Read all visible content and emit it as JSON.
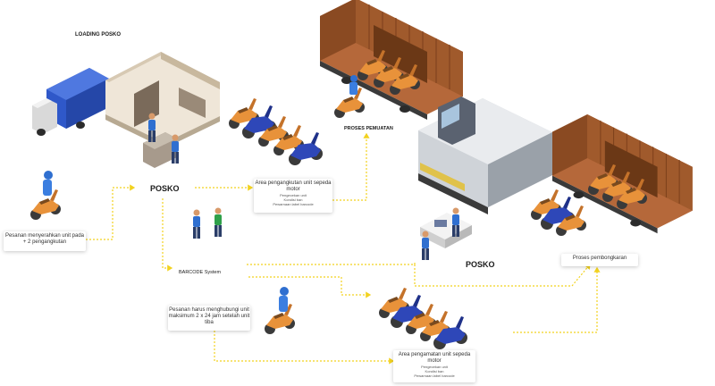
{
  "labels": {
    "loading_posko": "LOADING POSKO",
    "proses_pemuatan": "PROSES PEMUATAN",
    "posko_left": "POSKO",
    "posko_right": "POSKO",
    "barcode": "BARCODE System"
  },
  "cards": {
    "penerima": {
      "text": "Pesanan menyerahkan unit pada + 2 pengangkutan"
    },
    "area_top": {
      "title": "Area pengangkutan unit sepeda motor",
      "line1": "Pengecekan unit",
      "line2": "Kondisi ban",
      "line3": "Pewarnaan label barcode"
    },
    "penerima_mid": {
      "text": "Pesanan harus menghubungi unit maksimum 2 x 24 jam setelah unit tiba"
    },
    "area_bottom": {
      "title": "Area pengamatan unit sepeda motor",
      "line1": "Pengecekan unit",
      "line2": "Kondisi ban",
      "line3": "Pewarnaan label barcode"
    },
    "pembongkaran": {
      "text": "Proses pembongkaran"
    }
  },
  "colors": {
    "arrow": "#f2d21f",
    "wagon": "#a05a2c",
    "scooter_orange": "#e8923a",
    "scooter_blue": "#2e47b8",
    "truck_blue": "#2f58c9",
    "building": "#efe6d8"
  }
}
